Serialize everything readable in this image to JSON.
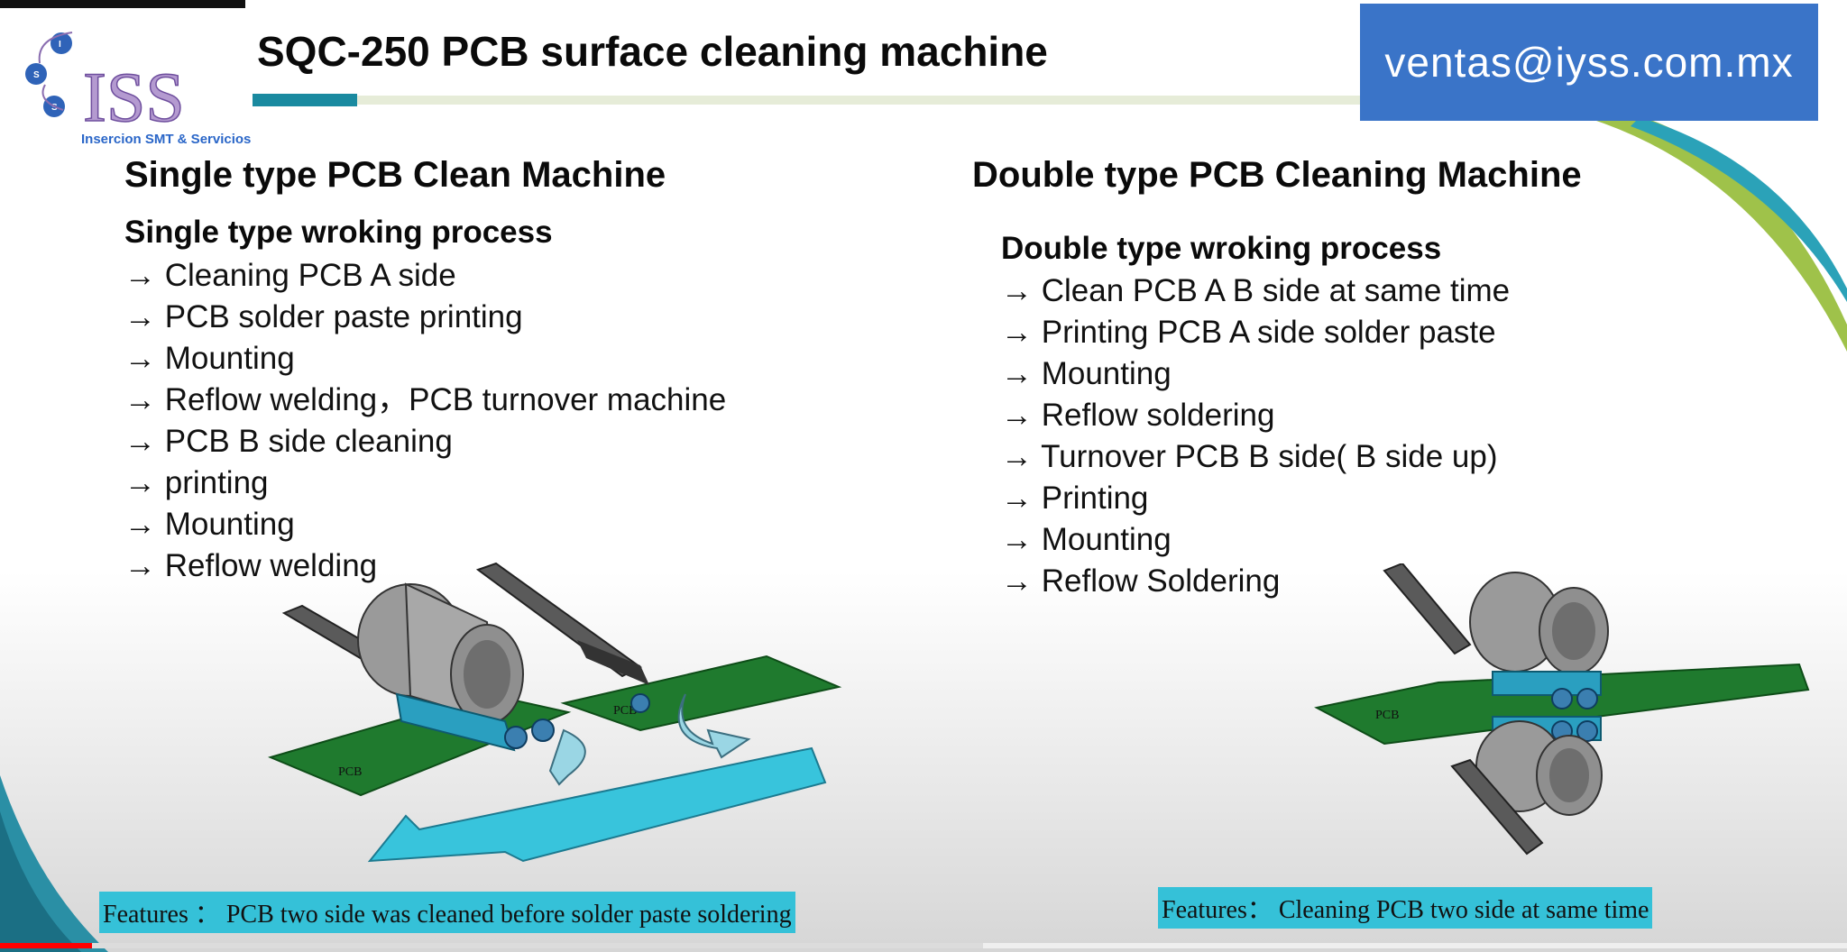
{
  "slide": {
    "title": "SQC-250 PCB surface cleaning machine",
    "email": "ventas@iyss.com.mx",
    "logo": {
      "text": "ISS",
      "caption": "Insercion SMT & Servicios"
    },
    "left": {
      "heading": "Single type PCB Clean Machine",
      "subheading": "Single type wroking process",
      "steps": [
        "→ Cleaning PCB A side",
        "→ PCB solder paste printing",
        "→ Mounting",
        "→ Reflow welding，PCB turnover machine",
        "→ PCB B side cleaning",
        "→ printing",
        "→ Mounting",
        "→ Reflow welding"
      ],
      "diagram_labels": [
        "PCB",
        "PCB"
      ],
      "feature": "Features ： PCB two side was cleaned before solder paste soldering"
    },
    "right": {
      "heading": "Double type PCB Cleaning Machine",
      "subheading": "Double type wroking process",
      "steps": [
        "→ Clean PCB A B side at same time",
        "→ Printing PCB A side solder paste",
        "→ Mounting",
        "→ Reflow soldering",
        "→ Turnover PCB B side( B side up)",
        "→ Printing",
        "→ Mounting",
        "→ Reflow Soldering"
      ],
      "diagram_label": "PCB",
      "feature": "Features： Cleaning PCB two side at same time"
    }
  },
  "player": {
    "progress": 0.05
  },
  "colors": {
    "email_bg": "#3a74c8",
    "feature_bg": "#35c1d8",
    "accent": "#1a8aa0",
    "pcb": "#1f7a2e",
    "roller": "#2a9fc0"
  }
}
